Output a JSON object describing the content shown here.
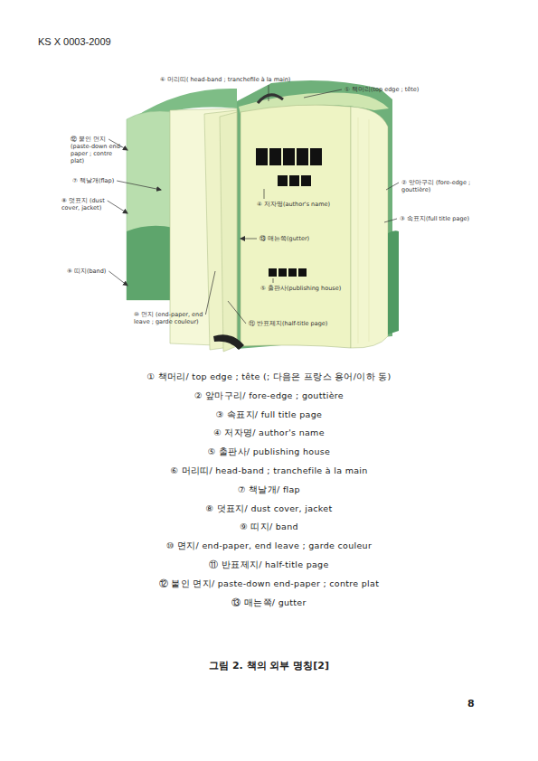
{
  "diagram": {
    "caption": "그림 2. 책의 외부 명칭[2]",
    "labels": [
      "KS X 0003-2009",
      "⑥ 머리띠( head-band ; tranchefile à la main)",
      "① 책머리(top edge ; tête)",
      "⑫ 붙인 면지 (paste-down end-paper ; contre plat)",
      "⑦ 책날개(flap)",
      "⑧ 덧표지 (dust cover, jacket)",
      "② 앞마구리 (fore-edge ; gouttière)",
      "④ 저자명(author's name)",
      "③ 속표지(full title page)",
      "⑬ 매는쪽(gutter)",
      "⑨ 띠지(band)",
      "⑤ 출판사(publishing house)",
      "⑩ 면지 (end-paper, end leave ; garde couleur)",
      "⑪ 반표제지(half-title page)",
      "① 책머리/ top edge ; tête (; 다음은 프랑스 용어/이하 동)",
      "② 앞마구리/ fore-edge ; gouttière",
      "③ 속표지/ full title page",
      "④ 저자명/ author's name",
      "⑤ 출판사/ publishing house",
      "⑥ 머리띠/ head-band ; tranchefile à la main",
      "⑦ 책날개/ flap",
      "⑧ 덧표지/ dust cover, jacket",
      "⑨ 띠지/ band",
      "⑩ 면지/ end-paper, end leave ; garde couleur",
      "⑪ 반표제지/ half-title page",
      "⑫ 붙인 면지/ paste-down end-paper ; contre plat",
      "⑬ 매는쪽/ gutter",
      "8"
    ]
  }
}
